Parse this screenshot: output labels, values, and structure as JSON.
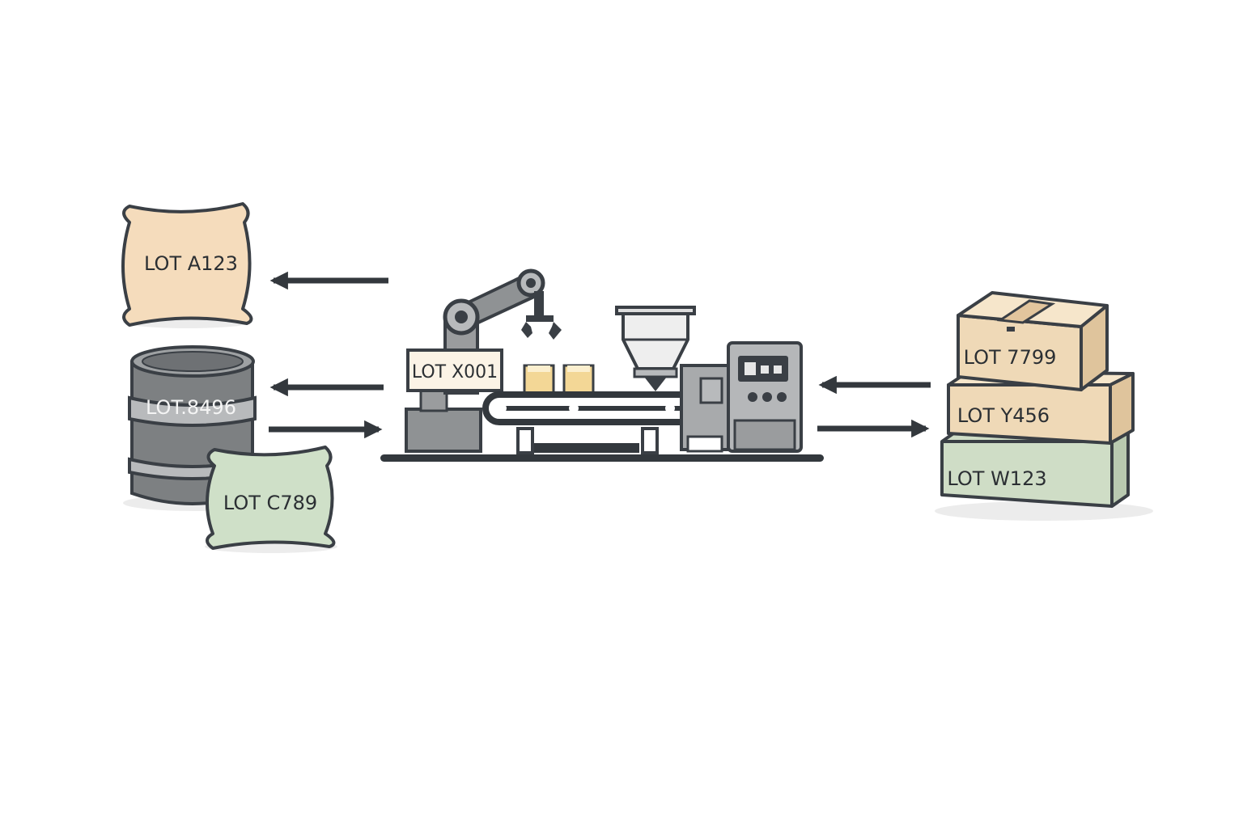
{
  "diagram": {
    "inputs": {
      "bag_top": {
        "label": "LOT A123"
      },
      "drum": {
        "label": "LOT.8496"
      },
      "bag_bottom": {
        "label": "LOT C789"
      }
    },
    "machine": {
      "label": "LOT X001"
    },
    "outputs": {
      "box_top": {
        "label": "LOT 7799"
      },
      "box_middle": {
        "label": "LOT Y456"
      },
      "box_bottom": {
        "label": "LOT W123"
      }
    }
  },
  "colors": {
    "outline": "#3a3f45",
    "bag_peach": "#f5dcbc",
    "bag_green": "#cfe0c8",
    "drum_gray": "#7d8082",
    "machine_gray": "#9a9c9e",
    "box_tan": "#efd9b7",
    "box_green": "#cfddc6",
    "product_yellow": "#f3d796"
  },
  "icons": [
    "sack-icon",
    "drum-icon",
    "robot-arm-icon",
    "conveyor-icon",
    "hopper-icon",
    "control-panel-icon",
    "box-icon",
    "arrow-icon"
  ]
}
